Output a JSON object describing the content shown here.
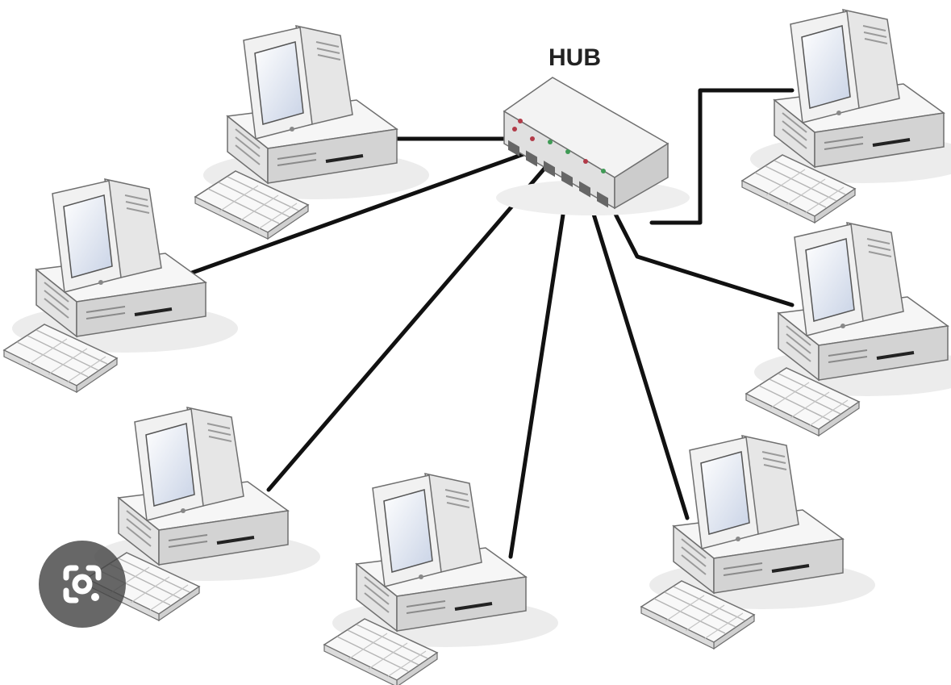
{
  "hub": {
    "label": "HUB"
  },
  "computers": [
    {
      "id": "pc-top-left"
    },
    {
      "id": "pc-mid-left"
    },
    {
      "id": "pc-bottom-left"
    },
    {
      "id": "pc-bottom-center"
    },
    {
      "id": "pc-bottom-right"
    },
    {
      "id": "pc-mid-right"
    },
    {
      "id": "pc-top-right"
    }
  ],
  "overlay": {
    "icon": "camera-lens-icon"
  },
  "colors": {
    "cable": "#111111",
    "casing_light": "#f4f4f4",
    "casing_mid": "#e1e1e1",
    "casing_dark": "#c9c9c9",
    "outline": "#6f6f6f",
    "screen": "#dfe6f2",
    "led_red": "#b23a48",
    "led_green": "#3f9a55",
    "overlay_bg": "#464646"
  }
}
